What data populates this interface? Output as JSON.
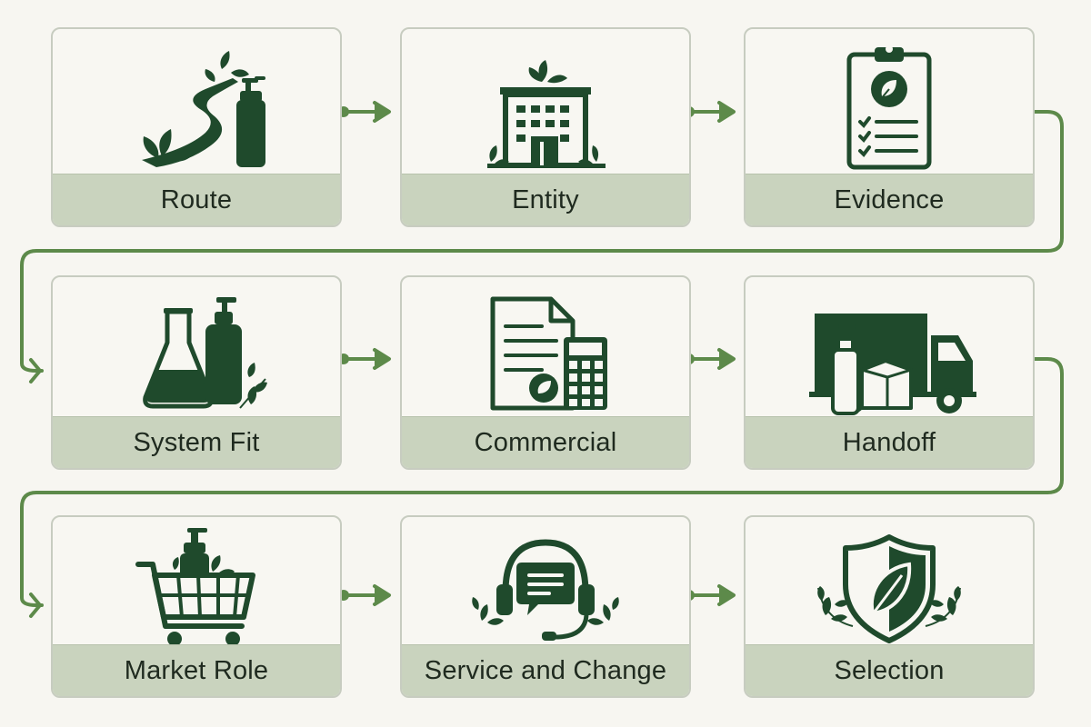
{
  "colors": {
    "accent": "#5d8a4a",
    "icon": "#1f4a2c",
    "card_bg": "#f8f7f2",
    "label_band": "#c9d3be",
    "border": "#c7ccc0"
  },
  "steps": [
    {
      "label": "Route",
      "icon": "winding-path-bottle-icon"
    },
    {
      "label": "Entity",
      "icon": "building-icon"
    },
    {
      "label": "Evidence",
      "icon": "clipboard-checklist-icon"
    },
    {
      "label": "System Fit",
      "icon": "flask-bottle-icon"
    },
    {
      "label": "Commercial",
      "icon": "document-calculator-icon"
    },
    {
      "label": "Handoff",
      "icon": "delivery-truck-icon"
    },
    {
      "label": "Market Role",
      "icon": "shopping-cart-icon"
    },
    {
      "label": "Service and Change",
      "icon": "headset-chat-icon"
    },
    {
      "label": "Selection",
      "icon": "leaf-shield-icon"
    }
  ]
}
